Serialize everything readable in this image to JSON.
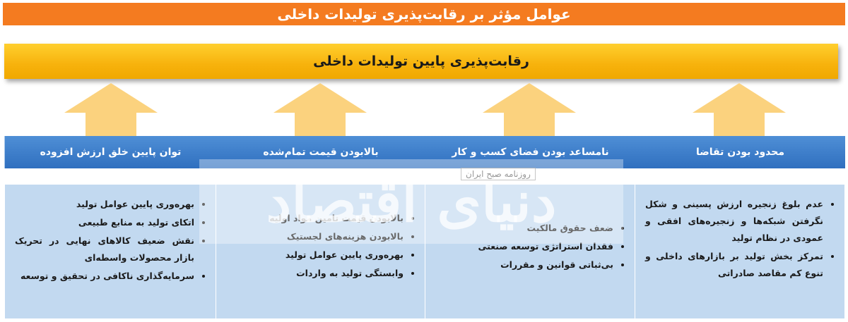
{
  "title": "عوامل مؤثر بر رقابت‌پذیری تولیدات داخلی",
  "banner": "رقابت‌پذیری پایین تولیدات داخلی",
  "colors": {
    "title_bg": "#f47b20",
    "banner_bg": "#f7b20c",
    "arrow": "#fbd27e",
    "header_bg": "#3a7cc9",
    "body_bg": "#c2d9f0"
  },
  "columns": [
    {
      "header": "محدود بودن تقاضا",
      "items": [
        "عدم بلوغ زنجیره ارزش پسینی و شکل نگرفتن شبکه‌ها و زنجیره‌های افقی و عمودی در نظام تولید",
        "تمرکز بخش تولید بر بازارهای داخلی و تنوع کم مقاصد صادراتی"
      ]
    },
    {
      "header": "نامساعد بودن فضای کسب و کار",
      "items": [
        "ضعف حقوق مالکیت",
        "فقدان استراتژی توسعه صنعتی",
        "بی‌ثباتی قوانین و مقررات"
      ]
    },
    {
      "header": "بالابودن قیمت تمام‌شده",
      "items": [
        "بالابودن قیمت تامین مواد اولیه",
        "بالابودن هزینه‌های لجستیک",
        "بهره‌وری پایین عوامل تولید",
        "وابستگی تولید به واردات"
      ]
    },
    {
      "header": "توان پایین خلق ارزش افزوده",
      "items": [
        "بهره‌وری پایین عوامل تولید",
        "اتکای تولید به منابع طبیعی",
        "نقش ضعیف کالاهای نهایی در تحریک بازار محصولات واسطه‌ای",
        "سرمایه‌گذاری ناکافی در تحقیق و توسعه"
      ]
    }
  ],
  "watermark": {
    "main": "دنیای اقتصاد",
    "sub": "روزنامه صبح ایران"
  }
}
